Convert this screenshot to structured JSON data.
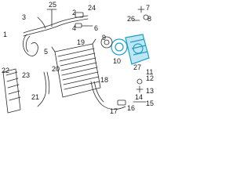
{
  "diagram": {
    "accent_color": "#1aa0c8",
    "line_color": "#2b2b2b",
    "callouts": [
      {
        "id": "c1",
        "text": "1"
      },
      {
        "id": "c2",
        "text": "2"
      },
      {
        "id": "c3",
        "text": "3"
      },
      {
        "id": "c4",
        "text": "4"
      },
      {
        "id": "c5",
        "text": "5"
      },
      {
        "id": "c6",
        "text": "6"
      },
      {
        "id": "c7",
        "text": "7"
      },
      {
        "id": "c8",
        "text": "8"
      },
      {
        "id": "c9",
        "text": "9"
      },
      {
        "id": "c10",
        "text": "10"
      },
      {
        "id": "c11",
        "text": "11"
      },
      {
        "id": "c12",
        "text": "12"
      },
      {
        "id": "c13",
        "text": "13"
      },
      {
        "id": "c14",
        "text": "14"
      },
      {
        "id": "c15",
        "text": "15"
      },
      {
        "id": "c16",
        "text": "16"
      },
      {
        "id": "c17",
        "text": "17"
      },
      {
        "id": "c18",
        "text": "18"
      },
      {
        "id": "c19",
        "text": "19"
      },
      {
        "id": "c20",
        "text": "20"
      },
      {
        "id": "c21",
        "text": "21"
      },
      {
        "id": "c22",
        "text": "22"
      },
      {
        "id": "c23",
        "text": "23"
      },
      {
        "id": "c24",
        "text": "24"
      },
      {
        "id": "c25",
        "text": "25"
      },
      {
        "id": "c26",
        "text": "26"
      },
      {
        "id": "c27",
        "text": "27"
      }
    ]
  }
}
